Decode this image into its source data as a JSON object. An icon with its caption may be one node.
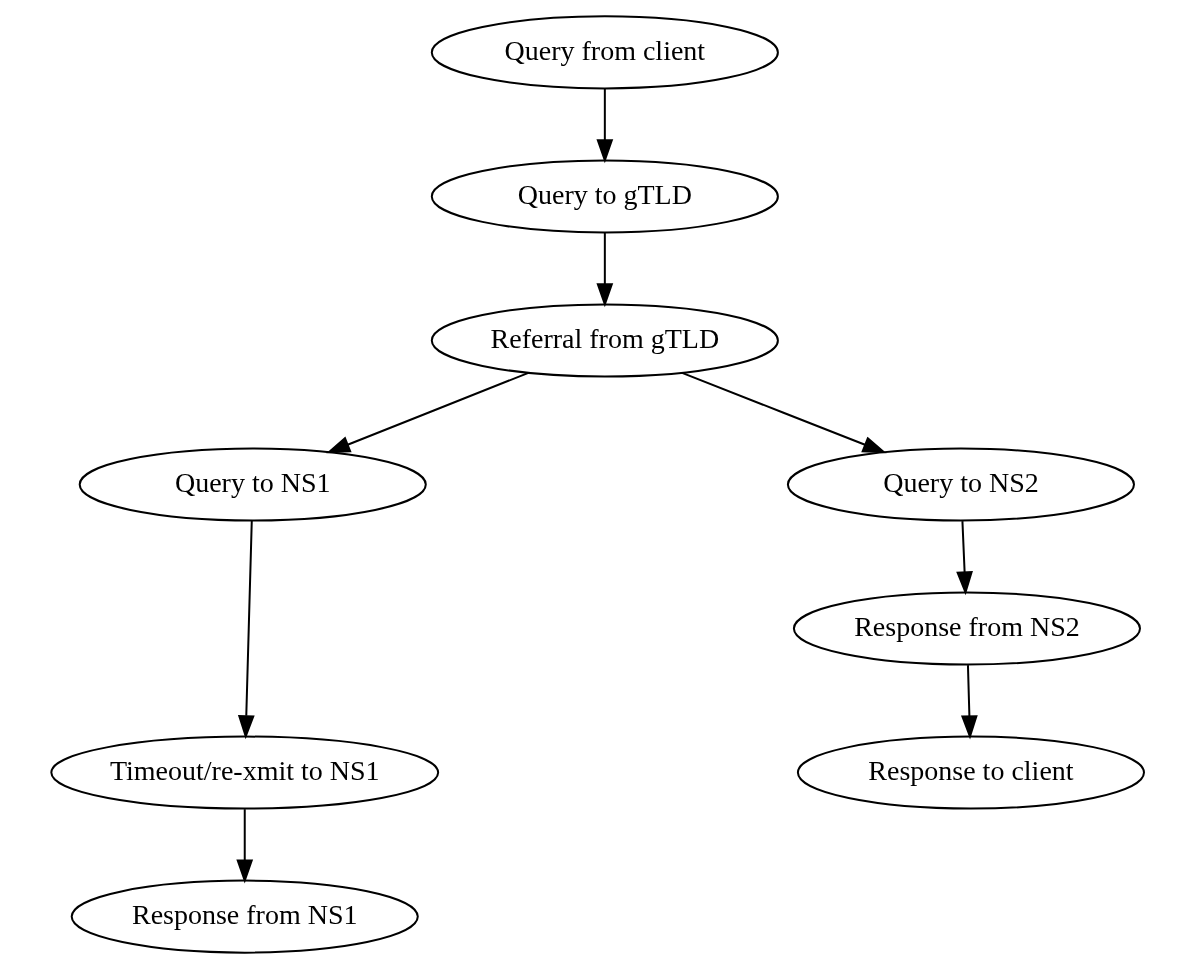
{
  "diagram": {
    "nodes": [
      {
        "text": [
          "Query from client"
        ]
      },
      {
        "text": [
          "Query to gTLD"
        ]
      },
      {
        "text": [
          "Referral from gTLD"
        ]
      },
      {
        "text": [
          "Query to NS1"
        ]
      },
      {
        "text": [
          "Query to NS2"
        ]
      },
      {
        "text": [
          "Response from NS2"
        ]
      },
      {
        "text": [
          "Timeout/re-xmit to NS1"
        ]
      },
      {
        "text": [
          "Response to client"
        ]
      },
      {
        "text": [
          "Response from NS1"
        ]
      }
    ],
    "edges": [
      {
        "from": 0,
        "to": 1,
        "arrow": "to"
      },
      {
        "from": 1,
        "to": 2,
        "arrow": "to"
      },
      {
        "from": 2,
        "to": 3,
        "arrow": "to"
      },
      {
        "from": 2,
        "to": 4,
        "arrow": "to"
      },
      {
        "from": 3,
        "to": 6,
        "arrow": "to"
      },
      {
        "from": 4,
        "to": 5,
        "arrow": "to"
      },
      {
        "from": 5,
        "to": 7,
        "arrow": "to"
      },
      {
        "from": 6,
        "to": 8,
        "arrow": "to"
      }
    ]
  }
}
